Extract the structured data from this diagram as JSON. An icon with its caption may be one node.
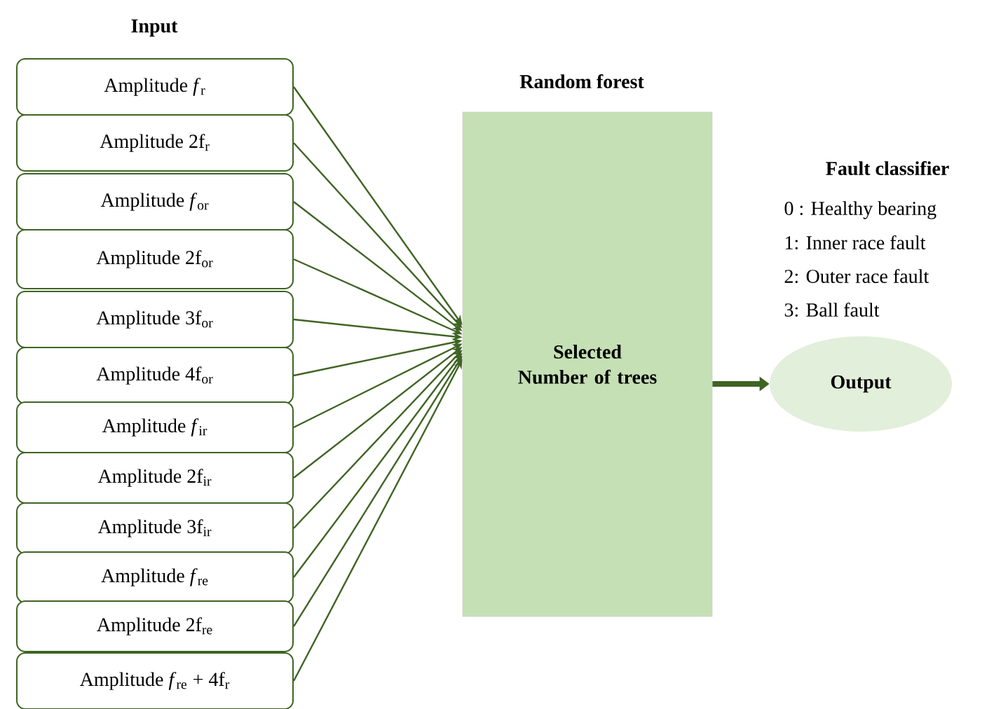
{
  "diagram": {
    "nodes": [
      {
        "text": [
          "Amplitude *f*$_{r}$"
        ]
      },
      {
        "text": [
          "Amplitude 2f$_{r}$"
        ]
      },
      {
        "text": [
          "Amplitude *f*$_{or}$"
        ]
      },
      {
        "text": [
          "Amplitude 2f$_{or}$"
        ]
      },
      {
        "text": [
          "Amplitude 3f$_{or}$"
        ]
      },
      {
        "text": [
          "Amplitude 4f$_{or}$"
        ]
      },
      {
        "text": [
          "Amplitude *f*$_{ir}$"
        ]
      },
      {
        "text": [
          "Amplitude 2f$_{ir}$"
        ]
      },
      {
        "text": [
          "Amplitude 3f$_{ir}$"
        ]
      },
      {
        "text": [
          "Amplitude *f*$_{re}$"
        ]
      },
      {
        "text": [
          "Amplitude 2f$_{re}$"
        ]
      },
      {
        "text": [
          "Amplitude *f*$_{re}$ + 4f$_{r}$"
        ]
      },
      {
        "text": [
          "Random forest",
          "Selected Number of trees"
        ]
      },
      {
        "text": [
          "Output"
        ]
      }
    ],
    "edges": [
      {
        "from": 0,
        "to": 12,
        "arrow": "to"
      },
      {
        "from": 1,
        "to": 12,
        "arrow": "to"
      },
      {
        "from": 2,
        "to": 12,
        "arrow": "to"
      },
      {
        "from": 3,
        "to": 12,
        "arrow": "to"
      },
      {
        "from": 4,
        "to": 12,
        "arrow": "to"
      },
      {
        "from": 5,
        "to": 12,
        "arrow": "to"
      },
      {
        "from": 6,
        "to": 12,
        "arrow": "to"
      },
      {
        "from": 7,
        "to": 12,
        "arrow": "to"
      },
      {
        "from": 8,
        "to": 12,
        "arrow": "to"
      },
      {
        "from": 9,
        "to": 12,
        "arrow": "to"
      },
      {
        "from": 10,
        "to": 12,
        "arrow": "to"
      },
      {
        "from": 11,
        "to": 12,
        "arrow": "to"
      },
      {
        "from": 12,
        "to": 13,
        "arrow": "to",
        "style": "thick"
      }
    ],
    "labels": [
      "Input",
      "Fault classifier",
      "0 : Healthy bearing",
      "1: Inner race fault",
      "2: Outer race fault",
      "3: Ball fault"
    ]
  }
}
